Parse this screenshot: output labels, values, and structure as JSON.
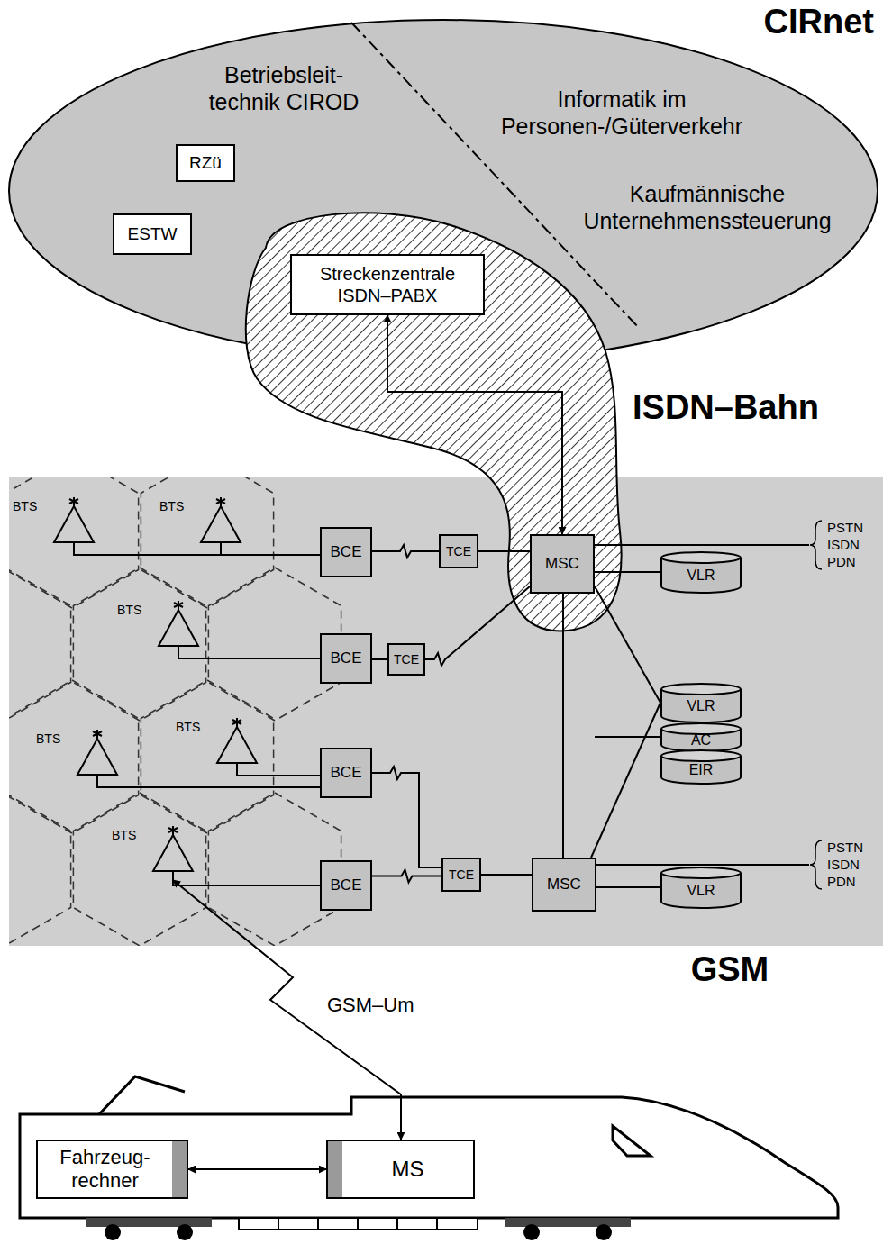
{
  "diagram": {
    "nodes": [
      {
        "text": [
          "CIRnet",
          "Betriebsleit- technik CIROD",
          "Informatik im Personen-/Güterverkehr",
          "Kaufmännische Unternehmenssteuerung"
        ]
      },
      {
        "text": [
          "RZü"
        ],
        "in": 0
      },
      {
        "text": [
          "ESTW"
        ],
        "in": 0
      },
      {
        "text": [
          "Streckenzentrale ISDN–PABX"
        ],
        "in": 0
      },
      {
        "text": [
          "GSM"
        ]
      },
      {
        "text": [
          "BTS"
        ],
        "in": 4
      },
      {
        "text": [
          "BTS"
        ],
        "in": 4
      },
      {
        "text": [
          "BTS"
        ],
        "in": 4
      },
      {
        "text": [
          "BTS"
        ],
        "in": 4
      },
      {
        "text": [
          "BTS"
        ],
        "in": 4
      },
      {
        "text": [
          "BTS"
        ],
        "in": 4
      },
      {
        "text": [
          "BCE"
        ],
        "in": 4
      },
      {
        "text": [
          "TCE"
        ],
        "in": 4
      },
      {
        "text": [
          "MSC"
        ],
        "in": 4
      },
      {
        "text": [
          "VLR"
        ],
        "in": 4
      },
      {
        "text": [
          "BCE"
        ],
        "in": 4
      },
      {
        "text": [
          "TCE"
        ],
        "in": 4
      },
      {
        "text": [
          "BCE"
        ],
        "in": 4
      },
      {
        "text": [
          "VLR"
        ],
        "in": 4
      },
      {
        "text": [
          "AC"
        ],
        "in": 4
      },
      {
        "text": [
          "EIR"
        ],
        "in": 4
      },
      {
        "text": [
          "BCE"
        ],
        "in": 4
      },
      {
        "text": [
          "TCE"
        ],
        "in": 4
      },
      {
        "text": [
          "MSC"
        ],
        "in": 4
      },
      {
        "text": [
          "VLR"
        ],
        "in": 4
      },
      {
        "text": [
          "Fahrzeug- rechner"
        ]
      },
      {
        "text": [
          "MS"
        ]
      }
    ],
    "edges": [
      {
        "from": 5,
        "to": 11,
        "arrow": "none"
      },
      {
        "from": 6,
        "to": 11,
        "arrow": "none"
      },
      {
        "from": 11,
        "to": 12,
        "arrow": "none"
      },
      {
        "from": 12,
        "to": 13,
        "arrow": "none"
      },
      {
        "from": 13,
        "to": 14,
        "arrow": "none"
      },
      {
        "from": 7,
        "to": 15,
        "arrow": "none"
      },
      {
        "from": 15,
        "to": 16,
        "arrow": "none"
      },
      {
        "from": 16,
        "to": 13,
        "arrow": "none"
      },
      {
        "from": 8,
        "to": 17,
        "arrow": "none"
      },
      {
        "from": 9,
        "to": 17,
        "arrow": "none"
      },
      {
        "from": 17,
        "to": 22,
        "arrow": "none"
      },
      {
        "from": 10,
        "to": 21,
        "arrow": "none"
      },
      {
        "from": 21,
        "to": 22,
        "arrow": "none"
      },
      {
        "from": 22,
        "to": 23,
        "arrow": "none"
      },
      {
        "from": 23,
        "to": 24,
        "arrow": "none"
      },
      {
        "from": 13,
        "to": 23,
        "arrow": "none"
      },
      {
        "from": 13,
        "to": 18,
        "arrow": "none"
      },
      {
        "from": 23,
        "to": 18,
        "arrow": "none"
      },
      {
        "from": 13,
        "to": 3,
        "arrow": "both"
      },
      {
        "from": 25,
        "to": 26,
        "arrow": "both"
      },
      {
        "from": 26,
        "to": 10,
        "arrow": "both",
        "label": "GSM–Um"
      }
    ],
    "labels": [
      "ISDN–Bahn",
      "PSTN",
      "ISDN",
      "PDN",
      "PSTN",
      "ISDN",
      "PDN"
    ]
  }
}
